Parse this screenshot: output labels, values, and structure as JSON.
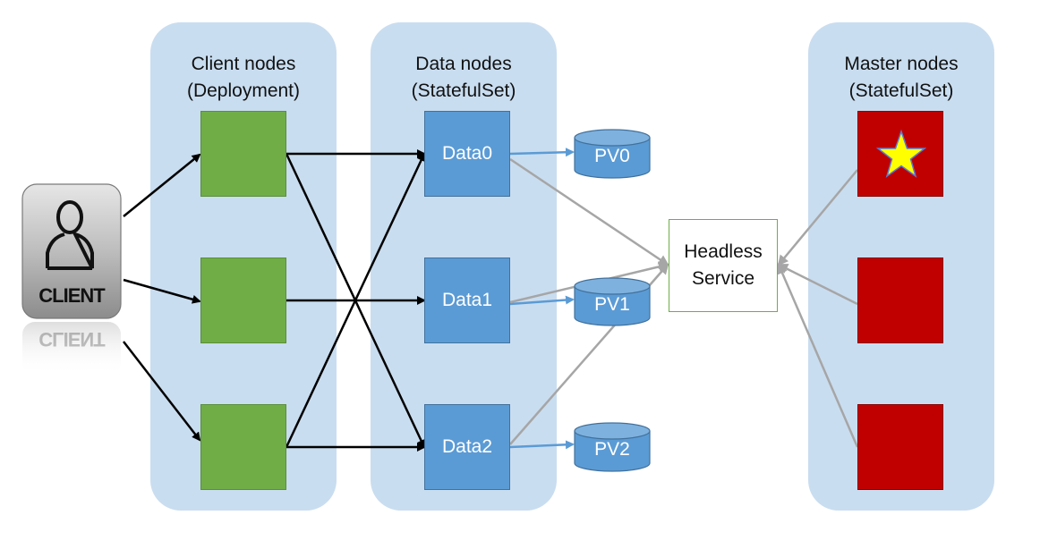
{
  "client_panel": {
    "title_line1": "Client nodes",
    "title_line2": "(Deployment)"
  },
  "data_panel": {
    "title_line1": "Data nodes",
    "title_line2": "(StatefulSet)",
    "nodes": [
      {
        "label": "Data0"
      },
      {
        "label": "Data1"
      },
      {
        "label": "Data2"
      }
    ]
  },
  "master_panel": {
    "title_line1": "Master nodes",
    "title_line2": "(StatefulSet)"
  },
  "volumes": [
    {
      "label": "PV0"
    },
    {
      "label": "PV1"
    },
    {
      "label": "PV2"
    }
  ],
  "headless_service": {
    "line1": "Headless",
    "line2": "Service"
  },
  "client_icon": {
    "label": "CLIENT",
    "icon": "person-icon"
  },
  "colors": {
    "panel": "#c9ddf0",
    "client_node": "#70ad47",
    "data_node": "#5b9bd5",
    "master_node": "#c00000",
    "star": "#ffff00",
    "client_arrow": "#000000",
    "pv_arrow": "#5b9bd5",
    "service_arrow": "#a6a6a6"
  }
}
